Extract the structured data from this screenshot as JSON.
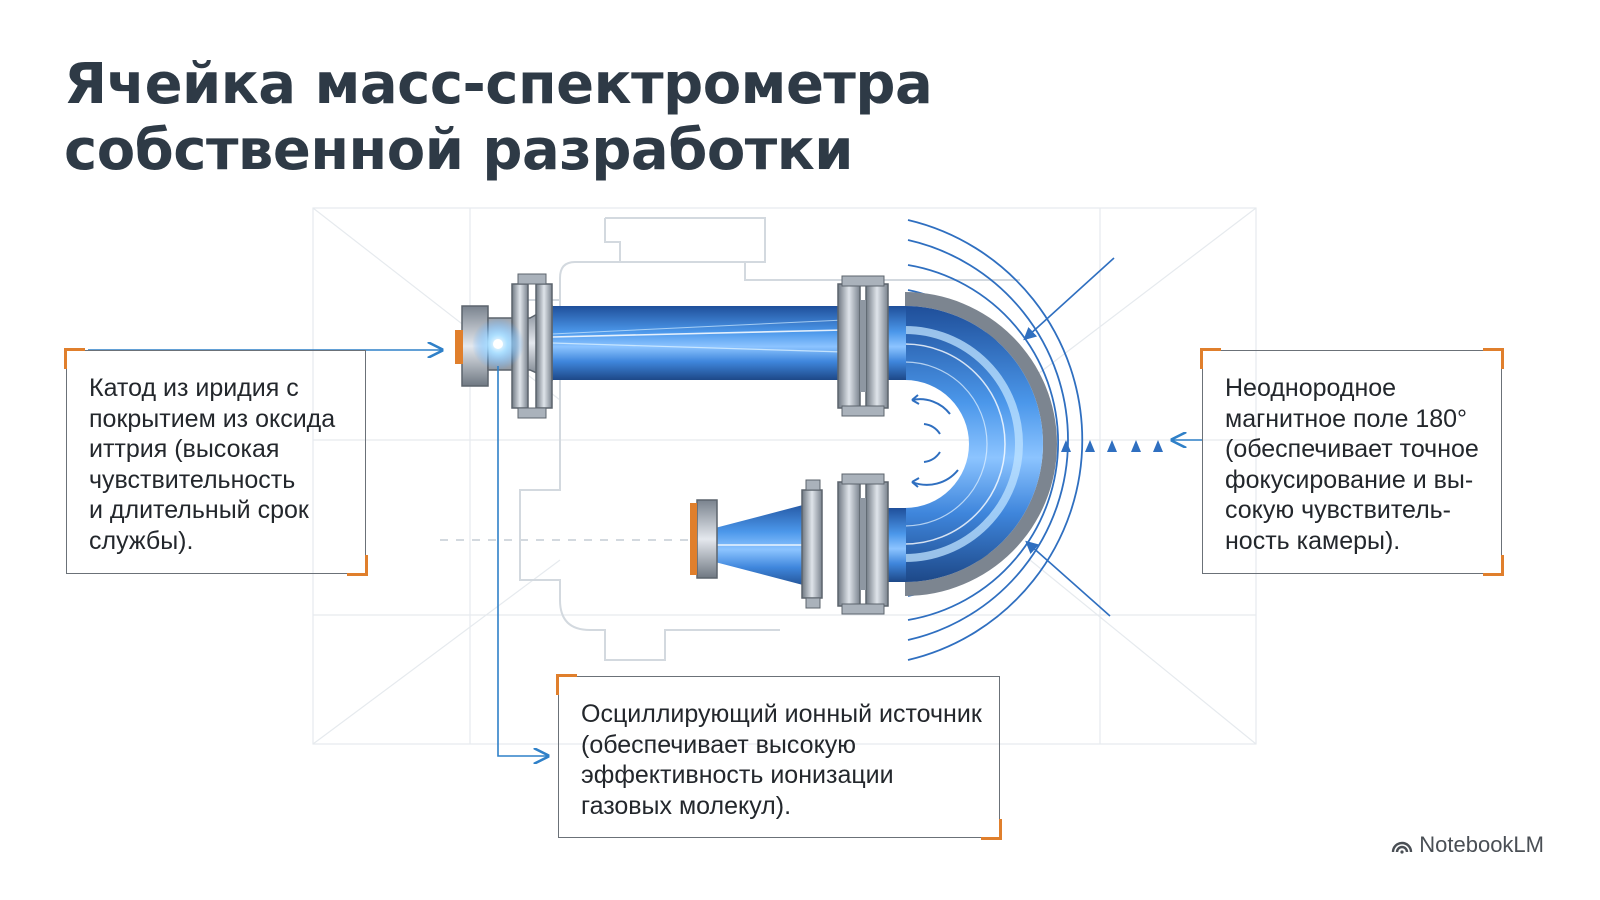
{
  "title": {
    "line1": "Ячейка масс-спектрометра",
    "line2": "собственной разработки"
  },
  "callouts": {
    "cathode": "Катод из иридия с\nпокрытием из оксида\nиттрия (высокая\nчувствительность\nи длительный срок\nслужбы).",
    "magnet": "Неоднородное\nмагнитное поле 180°\n(обеспечивает точное\nфокусирование и вы-\nсокую чувствитель-\nность камеры).",
    "ion_source": "Осциллирующий ионный источник\n(обеспечивает высокую\nэффективность ионизации\nгазовых молекул)."
  },
  "brand": {
    "name": "NotebookLM",
    "icon": "notebooklm-logo-icon"
  },
  "colors": {
    "title": "#2e3a46",
    "leader": "#2f80c8",
    "field_line": "#2f6fc0",
    "accent_corner": "#e07f2c",
    "tube_blue": "#3d86e0",
    "flange_gray": "#8e97a2",
    "cathode_orange": "#e07f2c"
  }
}
